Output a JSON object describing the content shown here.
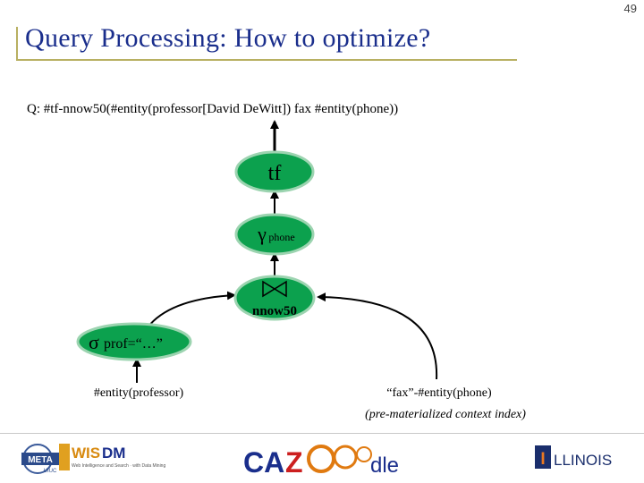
{
  "slide_number": "49",
  "title": "Query Processing: How to optimize?",
  "query": "Q: #tf-nnow50(#entity(professor[David DeWitt]) fax #entity(phone))",
  "diagram": {
    "tf_node": "tf",
    "gamma_symbol": "γ",
    "gamma_subscript": "phone",
    "join_label": "nnow50",
    "sigma_symbol": "σ",
    "sigma_label": "prof=“…”",
    "left_leaf": "#entity(professor)",
    "right_leaf": "“fax”-#entity(phone)",
    "right_leaf_note": "(pre-materialized context index)"
  },
  "footer": {
    "meta_logo": "META",
    "meta_sub": "UIUC",
    "wisdm_wis": "WIS",
    "wisdm_dm": "DM",
    "wisdm_tagline": "Web Intelligence and Search · with Data Mining",
    "cazoodle_ca": "CA",
    "cazoodle_z": "Z",
    "cazoodle_dle": "dle",
    "illinois_i": "I",
    "illinois_rest": "LLINOIS"
  },
  "colors": {
    "title": "#1a2e8c",
    "node_fill": "#0ca14e",
    "node_stroke": "#9cd4b0",
    "rule": "#b8b062"
  }
}
